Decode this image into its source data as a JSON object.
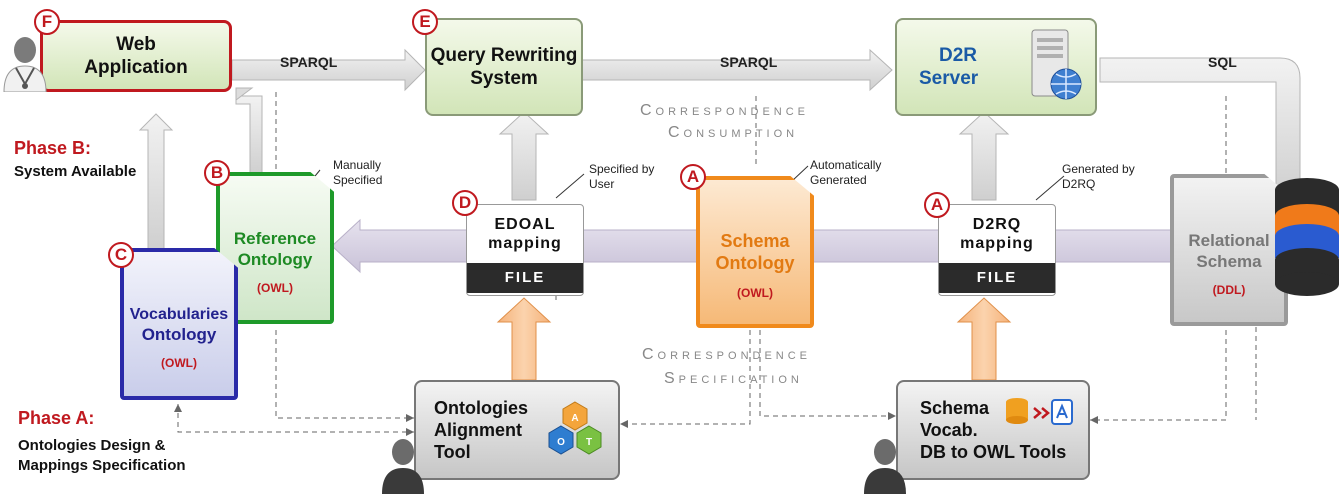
{
  "nodes": {
    "web_app": {
      "badge": "F",
      "label1": "Web",
      "label2": "Application"
    },
    "query_rewriting": {
      "badge": "E",
      "label1": "Query Rewriting",
      "label2": "System"
    },
    "d2r_server": {
      "badge": "",
      "label1": "D2R",
      "label2": "Server"
    },
    "reference_ontology": {
      "badge": "B",
      "label1": "Reference",
      "label2": "Ontology",
      "format": "(OWL)"
    },
    "vocabularies_ontology": {
      "badge": "C",
      "label1": "Vocabularies",
      "label2": "Ontology",
      "format": "(OWL)"
    },
    "edoal_mapping": {
      "badge": "D",
      "label1": "EDOAL",
      "label2": "mapping",
      "tag": "FILE"
    },
    "schema_ontology": {
      "badge": "A",
      "label1": "Schema",
      "label2": "Ontology",
      "format": "(OWL)"
    },
    "d2rq_mapping": {
      "badge": "A",
      "label1": "D2RQ",
      "label2": "mapping",
      "tag": "FILE"
    },
    "relational_schema": {
      "label1": "Relational",
      "label2": "Schema",
      "format": "(DDL)"
    },
    "alignment_tool": {
      "label1": "Ontologies",
      "label2": "Alignment",
      "label3": "Tool",
      "icon_letters": [
        "A",
        "O",
        "T"
      ]
    },
    "db_to_owl": {
      "label1": "Schema",
      "label2": "Vocab.",
      "label3": "DB to OWL Tools"
    }
  },
  "edges": {
    "sparql_1": "SPARQL",
    "sparql_2": "SPARQL",
    "sql": "SQL"
  },
  "annotations": {
    "manually": "Manually Specified",
    "specified_by_user": "Specified by User",
    "automatically": "Automatically Generated",
    "generated_by": "Generated by D2RQ"
  },
  "sections": {
    "consumption_1": "Correspondence",
    "consumption_2": "Consumption",
    "specification_1": "Correspondence",
    "specification_2": "Specification"
  },
  "phases": {
    "phase_b_title": "Phase B:",
    "phase_b_desc": "System Available",
    "phase_a_title": "Phase A:",
    "phase_a_line1": "Ontologies Design &",
    "phase_a_line2": "Mappings Specification"
  },
  "colors": {
    "badge_red": "#c0191f",
    "reference_green": "#1e9a2a",
    "vocab_blue": "#2a2aa8",
    "schema_orange": "#f08a1c",
    "d2r_blue": "#1a5aa6",
    "web_red_border": "#c0191f"
  },
  "icons": [
    "user-doctor-icon",
    "server-globe-icon",
    "database-stack-icon",
    "user-icon",
    "db-to-owl-icon",
    "alignment-hex-icon"
  ]
}
